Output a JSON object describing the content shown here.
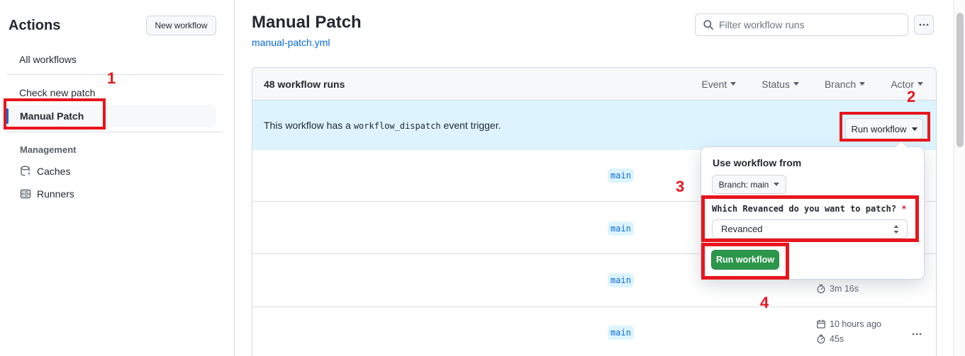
{
  "sidebar": {
    "title": "Actions",
    "new_workflow_button": "New workflow",
    "items": [
      {
        "label": "All workflows",
        "selected": false
      },
      {
        "label": "Check new patch",
        "selected": false
      },
      {
        "label": "Manual Patch",
        "selected": true
      }
    ],
    "management": {
      "title": "Management",
      "items": [
        {
          "label": "Caches",
          "icon": "cache-icon"
        },
        {
          "label": "Runners",
          "icon": "server-icon"
        }
      ]
    }
  },
  "header": {
    "title": "Manual Patch",
    "file_link": "manual-patch.yml",
    "filter_placeholder": "Filter workflow runs"
  },
  "runs_list": {
    "count_label": "48 workflow runs",
    "filters": [
      {
        "label": "Event"
      },
      {
        "label": "Status"
      },
      {
        "label": "Branch"
      },
      {
        "label": "Actor"
      }
    ],
    "banner": {
      "text_before": "This workflow has a ",
      "code": "workflow_dispatch",
      "text_after": " event trigger.",
      "run_workflow_button": "Run workflow"
    },
    "rows": [
      {
        "branch": "main"
      },
      {
        "branch": "main"
      },
      {
        "branch": "main",
        "duration": "3m 16s"
      },
      {
        "branch": "main",
        "time": "10 hours ago",
        "duration": "45s"
      }
    ]
  },
  "dispatch_panel": {
    "heading": "Use workflow from",
    "branch_button": "Branch: main",
    "input_label": "Which Revanced do you want to patch?",
    "required_marker": "*",
    "select_value": "Revanced",
    "run_button": "Run workflow"
  },
  "annotations": {
    "step1": "1",
    "step2": "2",
    "step3": "3",
    "step4": "4",
    "color": "#e8151d"
  },
  "colors": {
    "accent_blue": "#0969da",
    "banner_bg": "#ddf4ff",
    "branch_badge_bg": "#ddf4ff",
    "green_button": "#2c974b",
    "header_bg": "#f6f8fa",
    "border": "#d0d7de",
    "top_strip": "#f8795f"
  }
}
